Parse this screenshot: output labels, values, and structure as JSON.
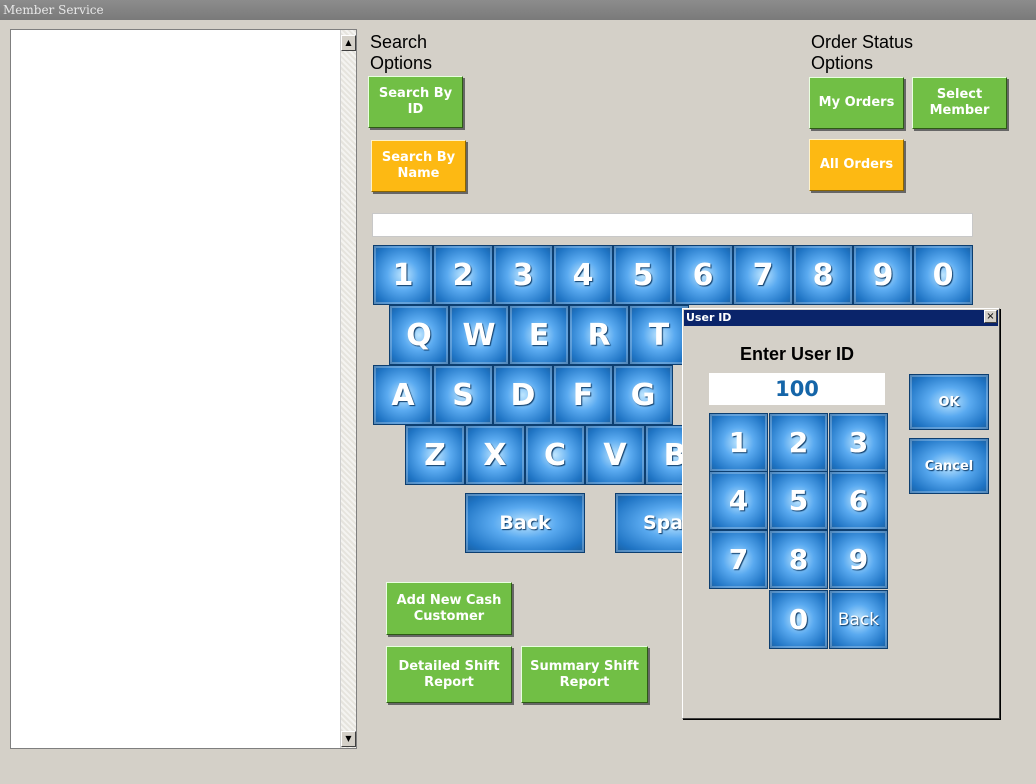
{
  "window": {
    "title": "Member Service"
  },
  "search": {
    "heading": "Search\nOptions",
    "by_id": "Search By ID",
    "by_name": "Search By Name"
  },
  "order_status": {
    "heading": "Order Status\nOptions",
    "my_orders": "My Orders",
    "select_member": "Select Member",
    "all_orders": "All Orders"
  },
  "search_input": {
    "value": ""
  },
  "keyboard": {
    "row1": [
      "1",
      "2",
      "3",
      "4",
      "5",
      "6",
      "7",
      "8",
      "9",
      "0"
    ],
    "row2": [
      "Q",
      "W",
      "E",
      "R",
      "T"
    ],
    "row3": [
      "A",
      "S",
      "D",
      "F",
      "G"
    ],
    "row4": [
      "Z",
      "X",
      "C",
      "V",
      "B"
    ],
    "back": "Back",
    "space": "Spa"
  },
  "actions": {
    "add_cash_customer": "Add New Cash Customer",
    "detailed_shift_report": "Detailed Shift Report",
    "summary_shift_report": "Summary Shift Report"
  },
  "dialog": {
    "title": "User ID",
    "close": "×",
    "heading": "Enter User ID",
    "value": "100",
    "keys": [
      "1",
      "2",
      "3",
      "4",
      "5",
      "6",
      "7",
      "8",
      "9",
      "0"
    ],
    "back": "Back",
    "ok": "OK",
    "cancel": "Cancel"
  },
  "colors": {
    "green": "#71bf45",
    "orange": "#fdb913",
    "key_blue": "#1f74c4",
    "dialog_title": "#0a246a"
  }
}
